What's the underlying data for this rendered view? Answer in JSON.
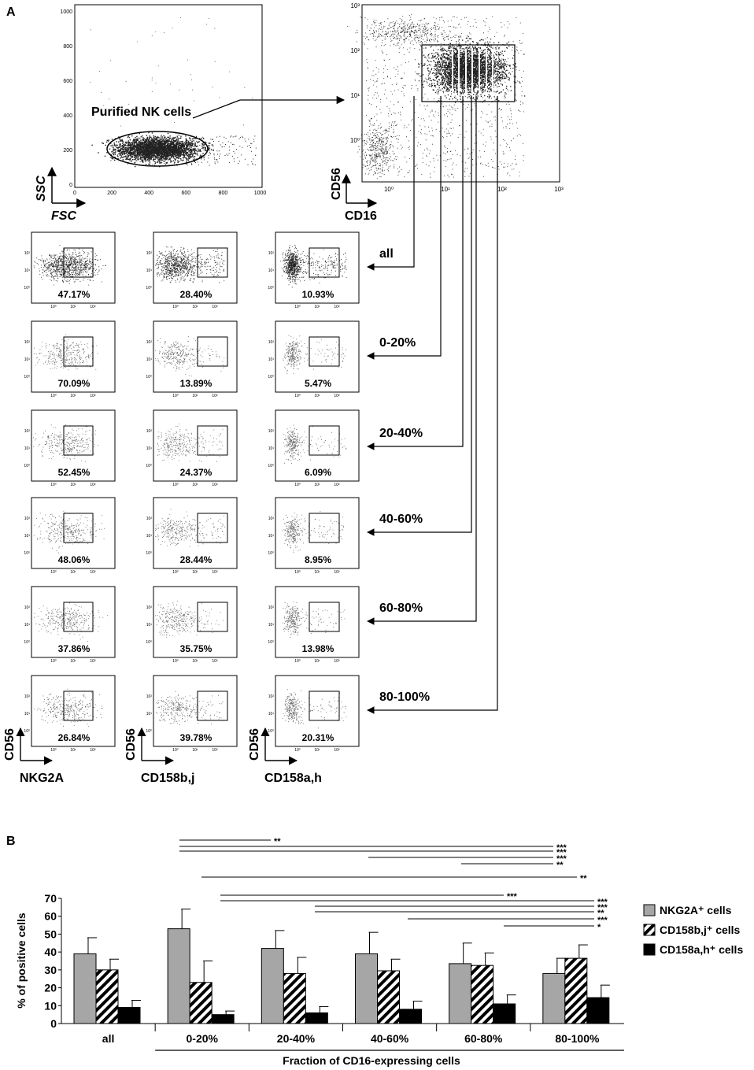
{
  "panels": {
    "a_label": "A",
    "b_label": "B"
  },
  "gate_plot": {
    "label": "Purified NK cells",
    "y_axis": "SSC",
    "x_axis": "FSC",
    "y_ticks": [
      "0",
      "200",
      "400",
      "600",
      "800",
      "1000"
    ],
    "x_ticks": [
      "0",
      "200",
      "400",
      "600",
      "800",
      "1000"
    ]
  },
  "cd16_plot": {
    "y_axis": "CD56",
    "x_axis": "CD16",
    "ticks": [
      "10⁰",
      "10¹",
      "10²",
      "10³"
    ]
  },
  "small_plots": {
    "ticks": [
      "10⁰",
      "10¹",
      "10²"
    ],
    "columns": [
      {
        "x_axis": "NKG2A",
        "y_axis": "CD56"
      },
      {
        "x_axis": "CD158b,j",
        "y_axis": "CD56"
      },
      {
        "x_axis": "CD158a,h",
        "y_axis": "CD56"
      }
    ],
    "rows": [
      {
        "fraction": "all",
        "values": [
          "47.17%",
          "28.40%",
          "10.93%"
        ]
      },
      {
        "fraction": "0-20%",
        "values": [
          "70.09%",
          "13.89%",
          "5.47%"
        ]
      },
      {
        "fraction": "20-40%",
        "values": [
          "52.45%",
          "24.37%",
          "6.09%"
        ]
      },
      {
        "fraction": "40-60%",
        "values": [
          "48.06%",
          "28.44%",
          "8.95%"
        ]
      },
      {
        "fraction": "60-80%",
        "values": [
          "37.86%",
          "35.75%",
          "13.98%"
        ]
      },
      {
        "fraction": "80-100%",
        "values": [
          "26.84%",
          "39.78%",
          "20.31%"
        ]
      }
    ]
  },
  "chart_data": {
    "type": "bar",
    "categories": [
      "all",
      "0-20%",
      "20-40%",
      "40-60%",
      "60-80%",
      "80-100%"
    ],
    "series": [
      {
        "name": "NKG2A⁺ cells",
        "values": [
          39,
          53,
          42,
          39,
          33.5,
          28
        ],
        "errors": [
          9,
          11,
          10,
          12,
          11.5,
          8.5
        ],
        "fill": "#a6a6a6",
        "pattern": "solid"
      },
      {
        "name": "CD158b,j⁺ cells",
        "values": [
          30,
          23,
          28,
          29.5,
          32.5,
          36.5
        ],
        "errors": [
          6,
          12,
          9,
          6.5,
          7,
          7.5
        ],
        "fill": "#ffffff",
        "pattern": "diagonal-stripes"
      },
      {
        "name": "CD158a,h⁺ cells",
        "values": [
          9,
          5,
          6,
          8,
          11,
          14.5
        ],
        "errors": [
          4,
          2,
          3.5,
          4.5,
          5,
          7
        ],
        "fill": "#000000",
        "pattern": "solid"
      }
    ],
    "ylabel": "% of positive cells",
    "xlabel": "Fraction of CD16-expressing cells",
    "ylim": [
      0,
      70
    ],
    "yticks": [
      0,
      10,
      20,
      30,
      40,
      50,
      60,
      70
    ],
    "grid": false,
    "legend": "right",
    "significance": [
      {
        "label": "**"
      },
      {
        "label": "***"
      },
      {
        "label": "***"
      },
      {
        "label": "***"
      },
      {
        "label": "**"
      },
      {
        "label": "**"
      },
      {
        "label": "***"
      },
      {
        "label": "***"
      },
      {
        "label": "***"
      },
      {
        "label": "**"
      },
      {
        "label": "***"
      },
      {
        "label": "*"
      }
    ]
  }
}
